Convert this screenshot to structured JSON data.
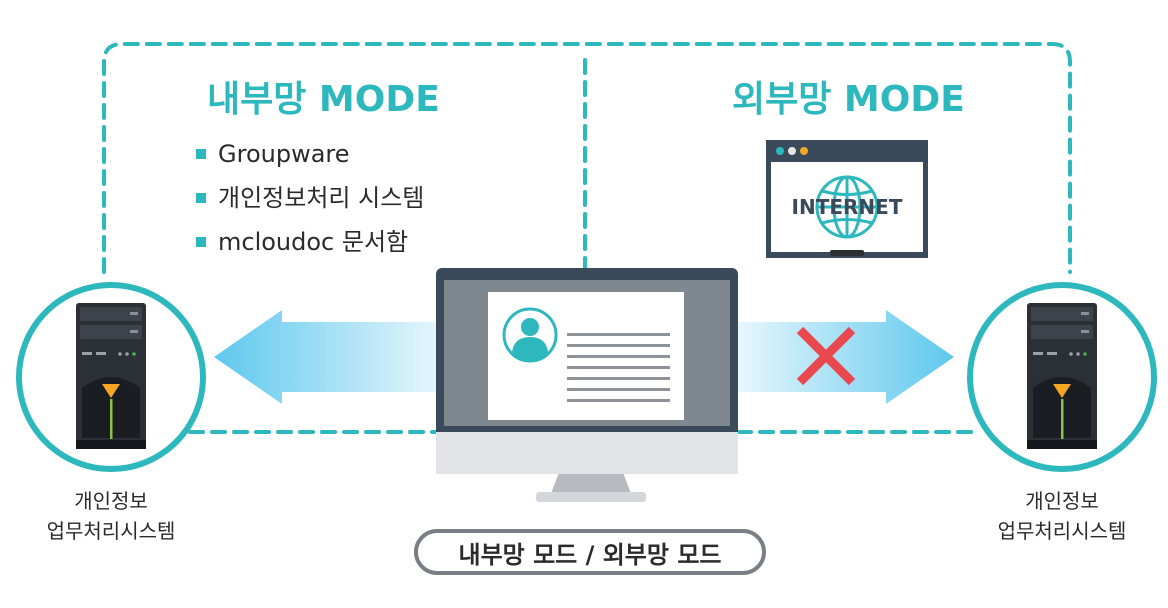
{
  "internal": {
    "title": "내부망 MODE",
    "items": [
      "Groupware",
      "개인정보처리 시스템",
      "mcloudoc 문서함"
    ]
  },
  "external": {
    "title": "외부망 MODE",
    "browser_label": "INTERNET"
  },
  "left_server": {
    "caption_line1": "개인정보",
    "caption_line2": "업무처리시스템"
  },
  "right_server": {
    "caption_line1": "개인정보",
    "caption_line2": "업무처리시스템"
  },
  "mode_pill": "내부망 모드 / 외부망 모드",
  "colors": {
    "accent": "#2db8bd",
    "arrow": "#5ec8ee",
    "blocked": "#e8484e",
    "monitor": "#3b4a5a",
    "server": "#2b2f36"
  },
  "icons": {
    "globe": "globe-icon",
    "blocked": "blocked-x-icon",
    "user": "user-avatar-icon"
  }
}
